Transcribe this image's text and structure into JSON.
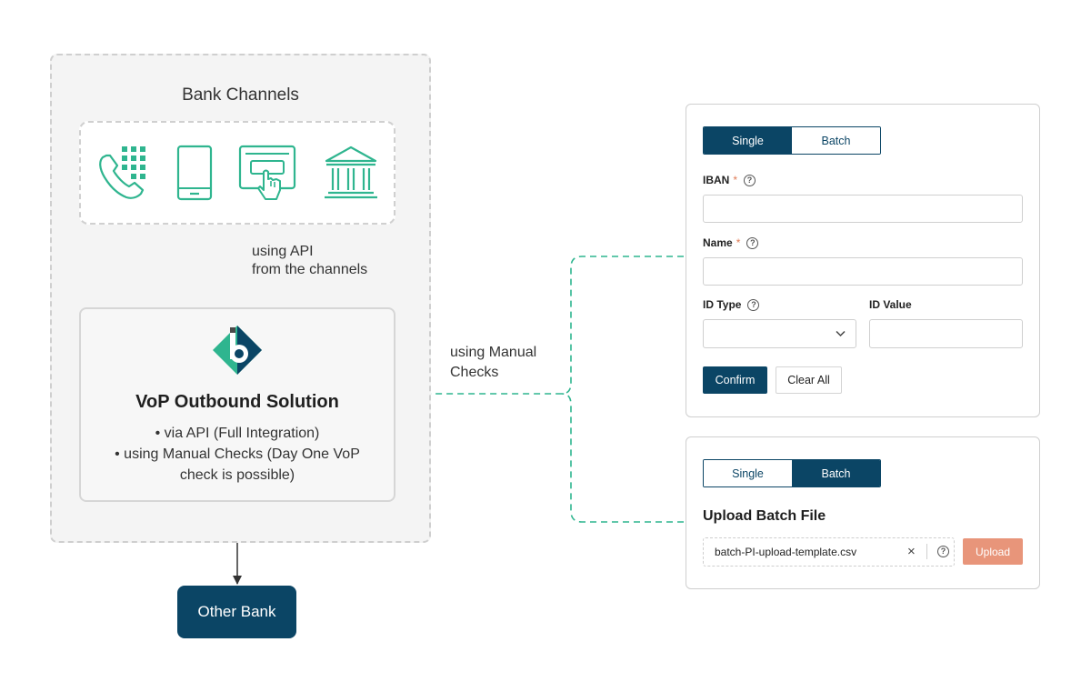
{
  "bank_channels": {
    "title": "Bank Channels",
    "icons": [
      "phone-keypad-icon",
      "mobile-icon",
      "web-click-icon",
      "bank-building-icon"
    ]
  },
  "api_label": {
    "line1": "using API",
    "line2": "from the channels"
  },
  "vop": {
    "title": "VoP Outbound Solution",
    "bullets": [
      "via API (Full Integration)",
      "using Manual Checks (Day One VoP",
      "check is possible)"
    ]
  },
  "other_bank": "Other Bank",
  "manual_label": {
    "line1": "using Manual",
    "line2": "Checks"
  },
  "single_form": {
    "tabs": {
      "single": "Single",
      "batch": "Batch",
      "active": "single"
    },
    "iban_label": "IBAN",
    "name_label": "Name",
    "required_mark": "*",
    "id_type_label": "ID Type",
    "id_value_label": "ID Value",
    "confirm": "Confirm",
    "clear_all": "Clear All",
    "help_glyph": "?"
  },
  "batch_form": {
    "tabs": {
      "single": "Single",
      "batch": "Batch",
      "active": "batch"
    },
    "title": "Upload Batch File",
    "file_name": "batch-PI-upload-template.csv",
    "clear_glyph": "×",
    "help_glyph": "?",
    "upload": "Upload"
  },
  "colors": {
    "brand_navy": "#0b4565",
    "teal": "#2fb58f",
    "upload_orange": "#e8957a",
    "required_red": "#e07b55"
  }
}
